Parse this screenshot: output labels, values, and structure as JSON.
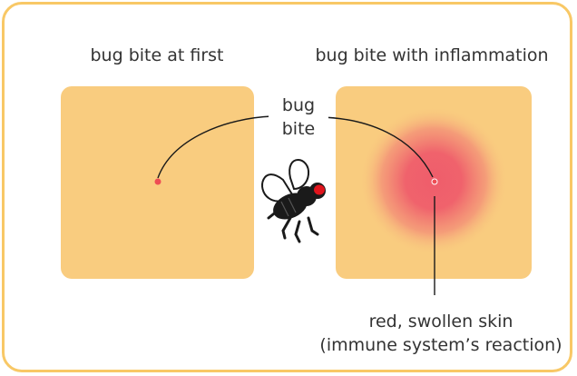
{
  "diagram": {
    "left_caption": "bug bite at first",
    "right_caption": "bug bite with inflammation",
    "bite_label_line1": "bug",
    "bite_label_line2": "bite",
    "reaction_line1": "red, swollen skin",
    "reaction_line2": "(immune system’s reaction)",
    "colors": {
      "frame": "#f8c866",
      "skin": "#f9cc7f",
      "bite_dot": "#ee4d54",
      "inflammation": "#ef5d6b",
      "bug_body": "#1a1a1a",
      "bug_eye": "#e0141c",
      "text": "#333333"
    },
    "icons": [
      "bug-icon"
    ]
  }
}
